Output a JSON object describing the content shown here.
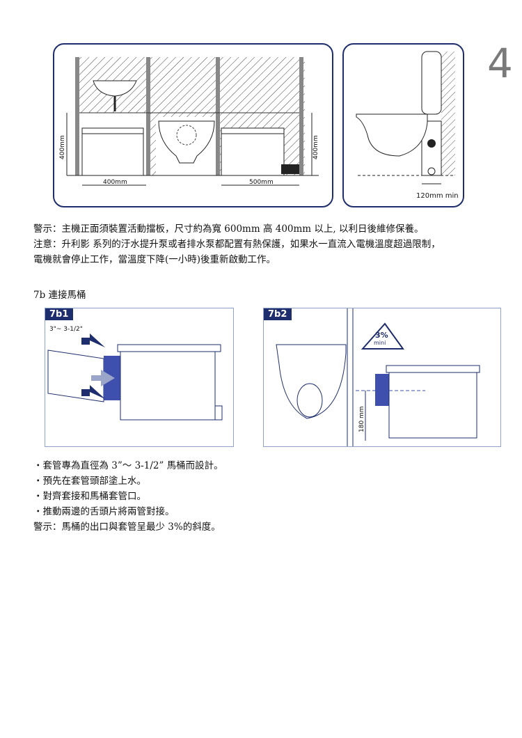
{
  "page_number": "4",
  "figure_top_left": {
    "dim_height_left": "400mm",
    "dim_height_right": "400mm",
    "dim_width_left": "400mm",
    "dim_width_right": "500mm"
  },
  "figure_top_right": {
    "dim_clearance": "120mm min"
  },
  "warning_text": "警示：主機正面須裝置活動擋板，尺寸約為寬 600mm 高 400mm 以上, 以利日後維修保養。",
  "note_line1": "注意：升利影 系列的汙水提升泵或者排水泵都配置有熱保護，如果水一直流入電機溫度超過限制，",
  "note_line2": "電機就會停止工作，當溫度下降(一小時)後重新啟動工作。",
  "section_title": "7b 連接馬桶",
  "fig_7b1": {
    "tag": "7b1",
    "pipe_size": "3\"~ 3-1/2\""
  },
  "fig_7b2": {
    "tag": "7b2",
    "slope_percent": "3%",
    "slope_sub": "mini",
    "height_dim": "180 mm"
  },
  "bullets": [
    "・套管專為直徑為 3”～ 3-1/2” 馬桶而設計。",
    "・預先在套管頭部塗上水。",
    "・對齊套接和馬桶套管口。",
    "・推動兩邊的舌頭片將兩管對接。"
  ],
  "final_warning": "警示：馬桶的出口與套管呈最少 3%的斜度。"
}
